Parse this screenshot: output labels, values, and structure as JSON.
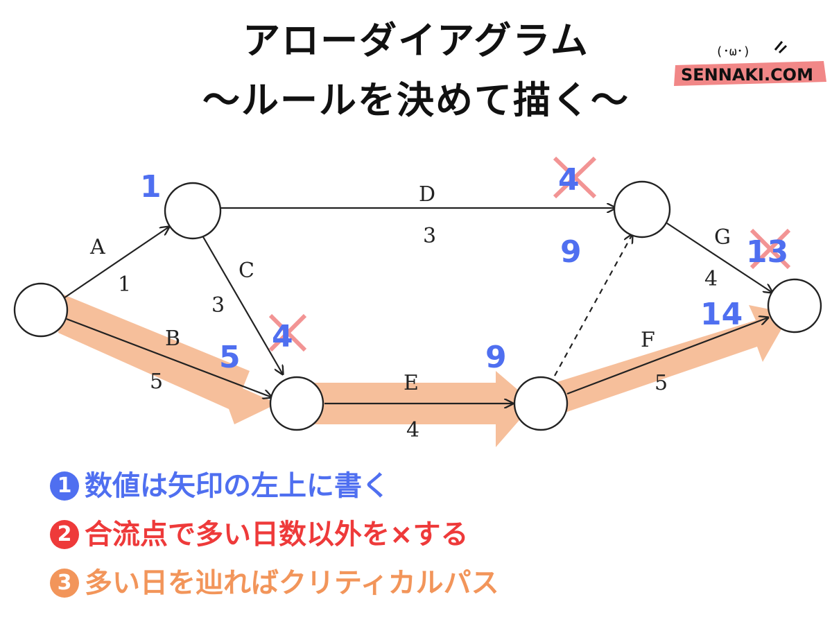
{
  "title": {
    "line1": "アローダイアグラム",
    "line2": "〜ルールを決めて描く〜"
  },
  "logo": {
    "text": "SENNAKI.COM",
    "face": "(･ω･)"
  },
  "diagram": {
    "activities": [
      {
        "label": "A",
        "duration": "1"
      },
      {
        "label": "B",
        "duration": "5"
      },
      {
        "label": "C",
        "duration": "3"
      },
      {
        "label": "D",
        "duration": "3"
      },
      {
        "label": "E",
        "duration": "4"
      },
      {
        "label": "F",
        "duration": "5"
      },
      {
        "label": "G",
        "duration": "4"
      }
    ],
    "node_values": {
      "n1": "1",
      "n2_crossed": "4",
      "n2": "5",
      "n3": "9",
      "n4_crossed": "4",
      "n4": "9",
      "n5_crossed": "13",
      "n5": "14"
    },
    "colors": {
      "value_blue": "#4f6ff0",
      "cross_red": "#ee3a3a",
      "critical_path": "#f5b48a"
    }
  },
  "rules": [
    {
      "marker": "1",
      "text": "数値は矢印の左上に書く"
    },
    {
      "marker": "2",
      "text": "合流点で多い日数以外を×する"
    },
    {
      "marker": "3",
      "text": "多い日を辿ればクリティカルパス"
    }
  ]
}
